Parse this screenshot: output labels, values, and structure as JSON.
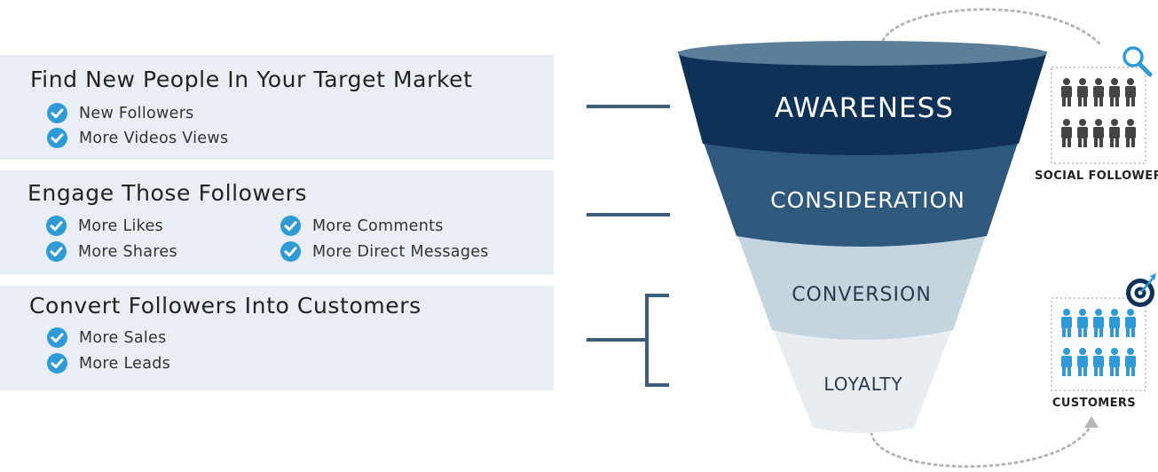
{
  "sections": [
    {
      "title": "Find New People In Your Target Market",
      "items": [
        "New Followers",
        "More Videos Views"
      ]
    },
    {
      "title": "Engage Those Followers",
      "items": [
        "More Likes",
        "More Shares",
        "More Comments",
        "More Direct Messages"
      ]
    },
    {
      "title": "Convert Followers Into Customers",
      "items": [
        "More Sales",
        "More Leads"
      ]
    }
  ],
  "funnel": {
    "stages": [
      {
        "label": "AWARENESS",
        "color": "#0e3157"
      },
      {
        "label": "CONSIDERATION",
        "color": "#2e587c"
      },
      {
        "label": "CONVERSION",
        "color": "#c5d5e0"
      },
      {
        "label": "LOYALTY",
        "color": "#e8edf2"
      }
    ],
    "rim_color": "#5b7f9a"
  },
  "groups": {
    "social_followers": {
      "label": "SOCIAL FOLLOWERS",
      "color": "#444444",
      "icon": "magnifier-icon"
    },
    "customers": {
      "label": "CUSTOMERS",
      "color": "#2e9bd6",
      "icon": "target-icon"
    }
  },
  "colors": {
    "panel": "#e8eef4",
    "check": "#2e9bd6",
    "connector": "#3c5d78"
  }
}
